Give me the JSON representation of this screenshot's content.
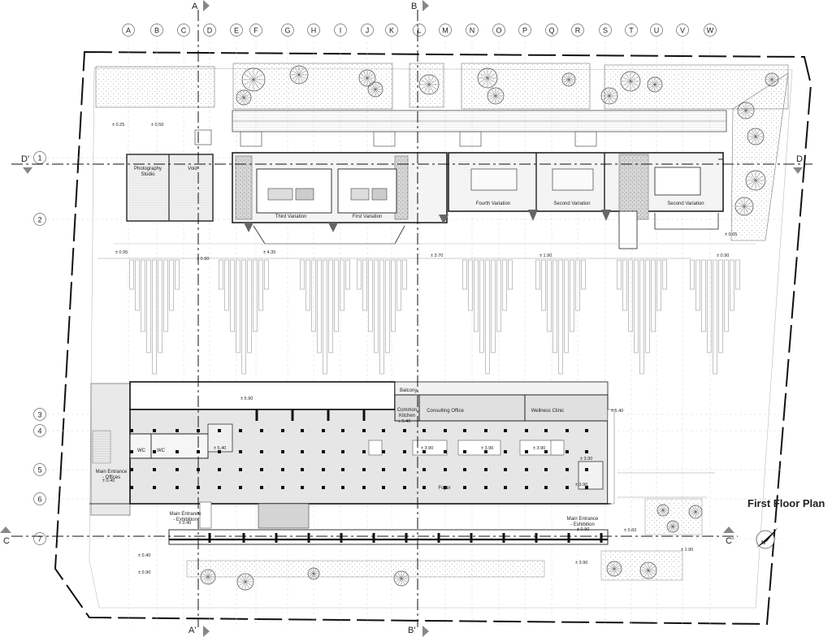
{
  "title": "First Floor Plan",
  "north_label": "N",
  "grid_columns": [
    "A",
    "B",
    "C",
    "D",
    "E",
    "F",
    "G",
    "H",
    "I",
    "J",
    "K",
    "L",
    "M",
    "N",
    "O",
    "P",
    "Q",
    "R",
    "S",
    "T",
    "U",
    "V",
    "W"
  ],
  "grid_rows": [
    "1",
    "2",
    "3",
    "4",
    "5",
    "6",
    "7"
  ],
  "section_markers": {
    "a_top": "A",
    "a_bottom": "A'",
    "b_top": "B",
    "b_bottom": "B'",
    "c_left": "C",
    "c_right": "C'",
    "d_left": "D'",
    "d_right": "D"
  },
  "rooms": {
    "photography_line1": "Photography",
    "photography_line2": "Studio",
    "void": "Void",
    "third_variation": "Third Variation",
    "first_variation": "First Variation",
    "fourth_variation": "Fourth Variation",
    "second_variation_a": "Second Variation",
    "second_variation_b": "Second Variation",
    "balcony": "Balcony",
    "common_kitchen_line1": "Common",
    "common_kitchen_line2": "Kitchen",
    "consulting_office": "Consulting Office",
    "wellness_clinic": "Wellness Clinic",
    "wc_a": "WC",
    "wc_b": "WC",
    "foyer": "Foyer",
    "main_entrance_offices_line1": "Main Entrance",
    "main_entrance_offices_line2": "- Offices",
    "main_entrance_exhibition_a_line1": "Main Entrance",
    "main_entrance_exhibition_a_line2": "- Exhibition",
    "main_entrance_exhibition_b_line1": "Main Entrance",
    "main_entrance_exhibition_b_line2": "- Exhibition"
  },
  "levels": {
    "l1": "± 0.25",
    "l2": "± 0.50",
    "l3": "± 0.95",
    "l4": "± 0.90",
    "l5": "± 4.35",
    "l6": "± 3.70",
    "l7": "± 1.90",
    "l8": "± 0.65",
    "l9": "± 0.90",
    "l10": "± 5.90",
    "l11": "± 5.40",
    "l12": "± 3.90",
    "l13": "± 3.90",
    "l14": "± 3.90",
    "l15": "± 3.90",
    "l16": "± 5.40",
    "l17": "± 3.90",
    "l18": "± 5.40",
    "l19": "± 0.40",
    "l20": "± 0.40",
    "l21": "± 0.90",
    "l22": "± 3.90",
    "l23": "± 0.40",
    "l24": "± 0.60",
    "l25": "± 0.90",
    "l26": "± 1.90"
  }
}
